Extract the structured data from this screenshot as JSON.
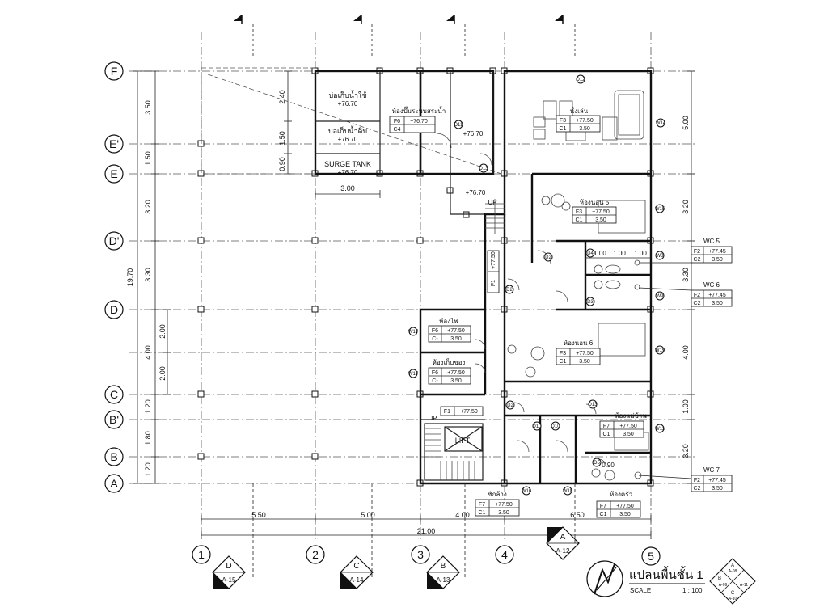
{
  "drawing": {
    "title": "แปลนพื้นชั้น 1",
    "scale_label": "SCALE",
    "scale_value": "1 : 100",
    "overall_dim": "21.00"
  },
  "grid_rows": [
    "F",
    "E'",
    "E",
    "D'",
    "D",
    "C",
    "B'",
    "B",
    "A"
  ],
  "grid_cols": [
    "1",
    "2",
    "3",
    "4",
    "5"
  ],
  "left_dims": [
    "3.50",
    "1.50",
    "3.20",
    "3.30",
    "4.00",
    "1.20",
    "1.80",
    "1.20"
  ],
  "left_total": "19.70",
  "left_sub_dims": [
    "2.00",
    "2.00"
  ],
  "top_dims": [
    "2.40",
    "1.50",
    "0.90"
  ],
  "bottom_dims": [
    "5.50",
    "5.00",
    "4.00",
    "6.50"
  ],
  "right_dims": [
    "5.00",
    "3.20",
    "3.30",
    "4.00",
    "1.00",
    "3.20"
  ],
  "small_dims": [
    "3.00",
    "1.00",
    "1.00",
    "1.00",
    "0.90"
  ],
  "sections": [
    {
      "letter": "D",
      "sheet": "A-15"
    },
    {
      "letter": "C",
      "sheet": "A-14"
    },
    {
      "letter": "B",
      "sheet": "A-13"
    },
    {
      "letter": "A",
      "sheet": "A-12"
    }
  ],
  "keyplan": [
    "A",
    "A-08",
    "B",
    "A-09",
    "A-11",
    "C",
    "A-10"
  ],
  "rooms": [
    {
      "name": "บ่อเก็บน้ำใช้",
      "level": "+76.70"
    },
    {
      "name": "บ่อเก็บน้ำดิบ",
      "level": "+76.70"
    },
    {
      "name": "SURGE TANK",
      "level": "+76.70"
    },
    {
      "name": "ห้องปั๊มระบบสระน้ำ",
      "level": "",
      "f": "F6",
      "fv": "+76.70",
      "c": "C4",
      "cv": ""
    },
    {
      "name": "นั่งเล่น",
      "level": "",
      "f": "F3",
      "fv": "+77.50",
      "c": "C1",
      "cv": "3.50"
    },
    {
      "name": "ห้องนอน 5",
      "level": "",
      "f": "F3",
      "fv": "+77.50",
      "c": "C1",
      "cv": "3.50"
    },
    {
      "name": "ห้องนอน 6",
      "level": "",
      "f": "F3",
      "fv": "+77.50",
      "c": "C1",
      "cv": "3.50"
    },
    {
      "name": "ห้องไฟ",
      "level": "",
      "f": "F6",
      "fv": "+77.50",
      "c": "C-",
      "cv": "3.50"
    },
    {
      "name": "ห้องเก็บของ",
      "level": "",
      "f": "F6",
      "fv": "+77.50",
      "c": "C-",
      "cv": "3.50"
    },
    {
      "name": "ห้องแม่บ้าน",
      "level": "",
      "f": "F7",
      "fv": "+77.50",
      "c": "C1",
      "cv": "3.50"
    },
    {
      "name": "ซักล้าง",
      "level": "",
      "f": "F7",
      "fv": "+77.50",
      "c": "C1",
      "cv": "3.50"
    },
    {
      "name": "ห้องครัว",
      "level": "",
      "f": "F7",
      "fv": "+77.50",
      "c": "C1",
      "cv": "3.50"
    }
  ],
  "wc": [
    {
      "name": "WC 5",
      "f": "F2",
      "fv": "+77.45",
      "c": "C2",
      "cv": "3.50"
    },
    {
      "name": "WC 6",
      "f": "F2",
      "fv": "+77.45",
      "c": "C2",
      "cv": "3.50"
    },
    {
      "name": "WC 7",
      "f": "F2",
      "fv": "+77.45",
      "c": "C2",
      "cv": "3.50"
    }
  ],
  "labels": {
    "level_7670": "+76.70",
    "level_7670b": "+76.70",
    "up1": "UP",
    "up2": "UP",
    "lift": "LIFT",
    "f1_corr": "F1",
    "f1_corr_v": "+77.50",
    "f1_hall": "F1",
    "f1_hall_v": "+77.50",
    "d11": "D11",
    "d12": "D12",
    "d13": "D13",
    "d2a": "D2",
    "d2b": "D2",
    "d2c": "D2",
    "d3": "D3",
    "d4": "D4",
    "d5": "D5",
    "d10a": "D10",
    "d10b": "D10",
    "d13b": "D13",
    "w14": "W14",
    "w15": "W15",
    "w16": "W16",
    "w17": "W17",
    "w17b": "W17",
    "w8": "W8",
    "w9": "W9",
    "w18": "W18",
    "w19": "W19",
    "w11": "W11"
  }
}
